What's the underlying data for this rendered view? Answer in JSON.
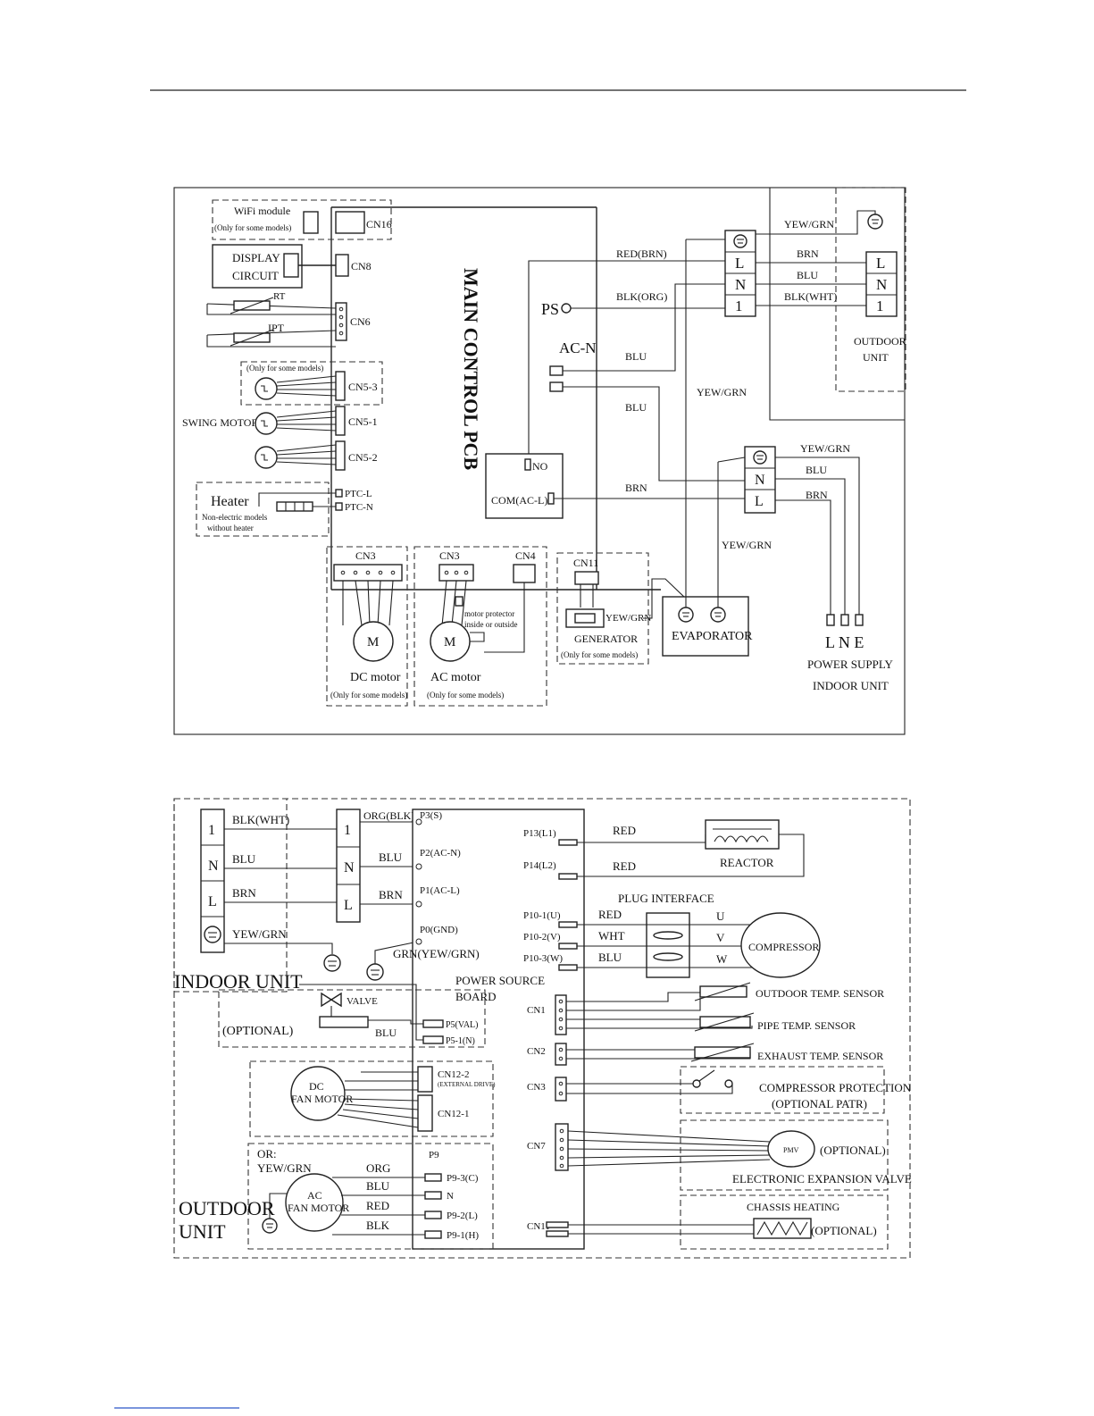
{
  "upper": {
    "main_pcb": "MAIN CONTROL PCB",
    "wifi_module": "WiFi module",
    "wifi_note": "(Only for some models)",
    "cn16": "CN16",
    "display_circuit_1": "DISPLAY",
    "display_circuit_2": "CIRCUIT",
    "cn8": "CN8",
    "rt": "RT",
    "ipt": "IPT",
    "cn6": "CN6",
    "swing_note": "(Only for some models)",
    "swing_motor": "SWING MOTOR",
    "cn5_3": "CN5-3",
    "cn5_1": "CN5-1",
    "cn5_2": "CN5-2",
    "heater": "Heater",
    "heater_note_1": "Non-electric models",
    "heater_note_2": "without heater",
    "ptc_l": "PTC-L",
    "ptc_n": "PTC-N",
    "cn3_a": "CN3",
    "cn3_b": "CN3",
    "cn4": "CN4",
    "dc_motor": "DC motor",
    "dc_motor_note": "(Only for some models)",
    "motor_protector_1": "motor protector",
    "motor_protector_2": "inside or outside",
    "ac_motor": "AC motor",
    "ac_motor_note": "(Only for some models)",
    "m1": "M",
    "m2": "M",
    "cn11": "CN11",
    "generator": "GENERATOR",
    "generator_note": "(Only for some models)",
    "yew_grn_gen": "YEW/GRN",
    "evaporator": "EVAPORATOR",
    "ps": "PS",
    "ac_n": "AC-N",
    "no": "NO",
    "com": "COM(AC-L)",
    "red_brn": "RED(BRN)",
    "blk_org": "BLK(ORG)",
    "blu1": "BLU",
    "blu2": "BLU",
    "brn_mid": "BRN",
    "yew_grn_mid": "YEW/GRN",
    "yew_grn_low": "YEW/GRN",
    "term_l": "L",
    "term_n": "N",
    "term_1": "1",
    "yew_grn_top": "YEW/GRN",
    "brn_top": "BRN",
    "blu_top": "BLU",
    "blk_wht_top": "BLK(WHT)",
    "out_l": "L",
    "out_n": "N",
    "out_1": "1",
    "outdoor_unit_1": "OUTDOOR",
    "outdoor_unit_2": "UNIT",
    "ps_n": "N",
    "ps_l": "L",
    "ps_yew_grn": "YEW/GRN",
    "ps_blu": "BLU",
    "ps_brn": "BRN",
    "lne": "L N E",
    "power_supply": "POWER SUPPLY",
    "indoor_unit": "INDOOR UNIT"
  },
  "lower": {
    "indoor_unit": "INDOOR UNIT",
    "outdoor_unit_1": "OUTDOOR",
    "outdoor_unit_2": "UNIT",
    "t1": "1",
    "tn": "N",
    "tl": "L",
    "blk_wht": "BLK(WHT)",
    "blu": "BLU",
    "brn": "BRN",
    "yew_grn": "YEW/GRN",
    "b1": "1",
    "bn": "N",
    "bl": "L",
    "org_blk": "ORG(BLK)",
    "blu2": "BLU",
    "brn2": "BRN",
    "p3": "P3(S)",
    "p2": "P2(AC-N)",
    "p1": "P1(AC-L)",
    "p0": "P0(GND)",
    "grn_yew": "GRN(YEW/GRN)",
    "power_source_1": "POWER SOURCE",
    "power_source_2": "BOARD",
    "valve": "VALVE",
    "optional_valve": "(OPTIONAL)",
    "blu_valve": "BLU",
    "p5": "P5(VAL)",
    "p5_1": "P5-1(N)",
    "dc_fan_1": "DC",
    "dc_fan_2": "FAN MOTOR",
    "cn12_2": "CN12-2",
    "external_drive": "(EXTERNAL DRIVE)",
    "cn12_1": "CN12-1",
    "or": "OR:",
    "yew_grn_fan": "YEW/GRN",
    "ac_fan_1": "AC",
    "ac_fan_2": "FAN MOTOR",
    "org": "ORG",
    "blu3": "BLU",
    "red": "RED",
    "blk": "BLK",
    "p9": "P9",
    "p9_3": "P9-3(C)",
    "p9_n": "N",
    "p9_2": "P9-2(L)",
    "p9_1": "P9-1(H)",
    "p13": "P13(L1)",
    "p14": "P14(L2)",
    "red1": "RED",
    "red2": "RED",
    "reactor": "REACTOR",
    "plug_interface": "PLUG INTERFACE",
    "p10_1": "P10-1(U)",
    "p10_2": "P10-2(V)",
    "p10_3": "P10-3(W)",
    "red3": "RED",
    "wht": "WHT",
    "blu4": "BLU",
    "u": "U",
    "v": "V",
    "w": "W",
    "compressor": "COMPRESSOR",
    "cn1": "CN1",
    "cn2": "CN2",
    "cn3": "CN3",
    "cn7": "CN7",
    "cn11": "CN11",
    "outdoor_temp": "OUTDOOR TEMP. SENSOR",
    "pipe_temp": "PIPE TEMP. SENSOR",
    "exhaust_temp": "EXHAUST TEMP. SENSOR",
    "comp_prot_1": "COMPRESSOR PROTECTION",
    "comp_prot_2": "(OPTIONAL PATR)",
    "pmv": "PMV",
    "optional_pmv": "(OPTIONAL)",
    "eev": "ELECTRONIC EXPANSION VALVE",
    "chassis_heating": "CHASSIS HEATING",
    "optional_chassis": "(OPTIONAL)"
  }
}
